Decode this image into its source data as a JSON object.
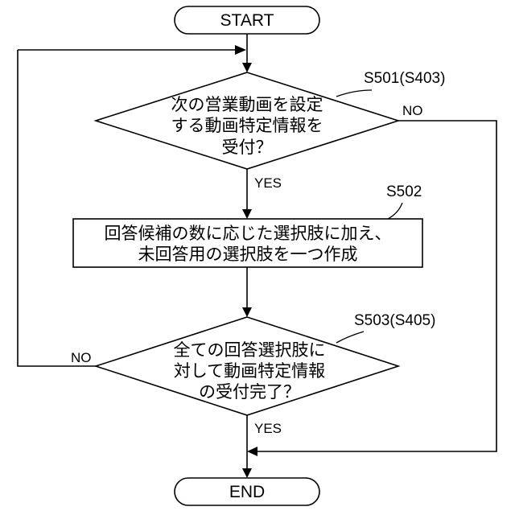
{
  "nodes": {
    "start": {
      "label": "START"
    },
    "decision1": {
      "lines": [
        "次の営業動画を設定",
        "する動画特定情報を",
        "受付？"
      ],
      "step": "S501(S403)"
    },
    "process1": {
      "lines": [
        "回答候補の数に応じた選択肢に加え、",
        "未回答用の選択肢を一つ作成"
      ],
      "step": "S502"
    },
    "decision2": {
      "lines": [
        "全ての回答選択肢に",
        "対して動画特定情報",
        "の受付完了？"
      ],
      "step": "S503(S405)"
    },
    "end": {
      "label": "END"
    }
  },
  "edge_labels": {
    "d1_yes": "YES",
    "d1_no": "NO",
    "d2_yes": "YES",
    "d2_no": "NO"
  }
}
